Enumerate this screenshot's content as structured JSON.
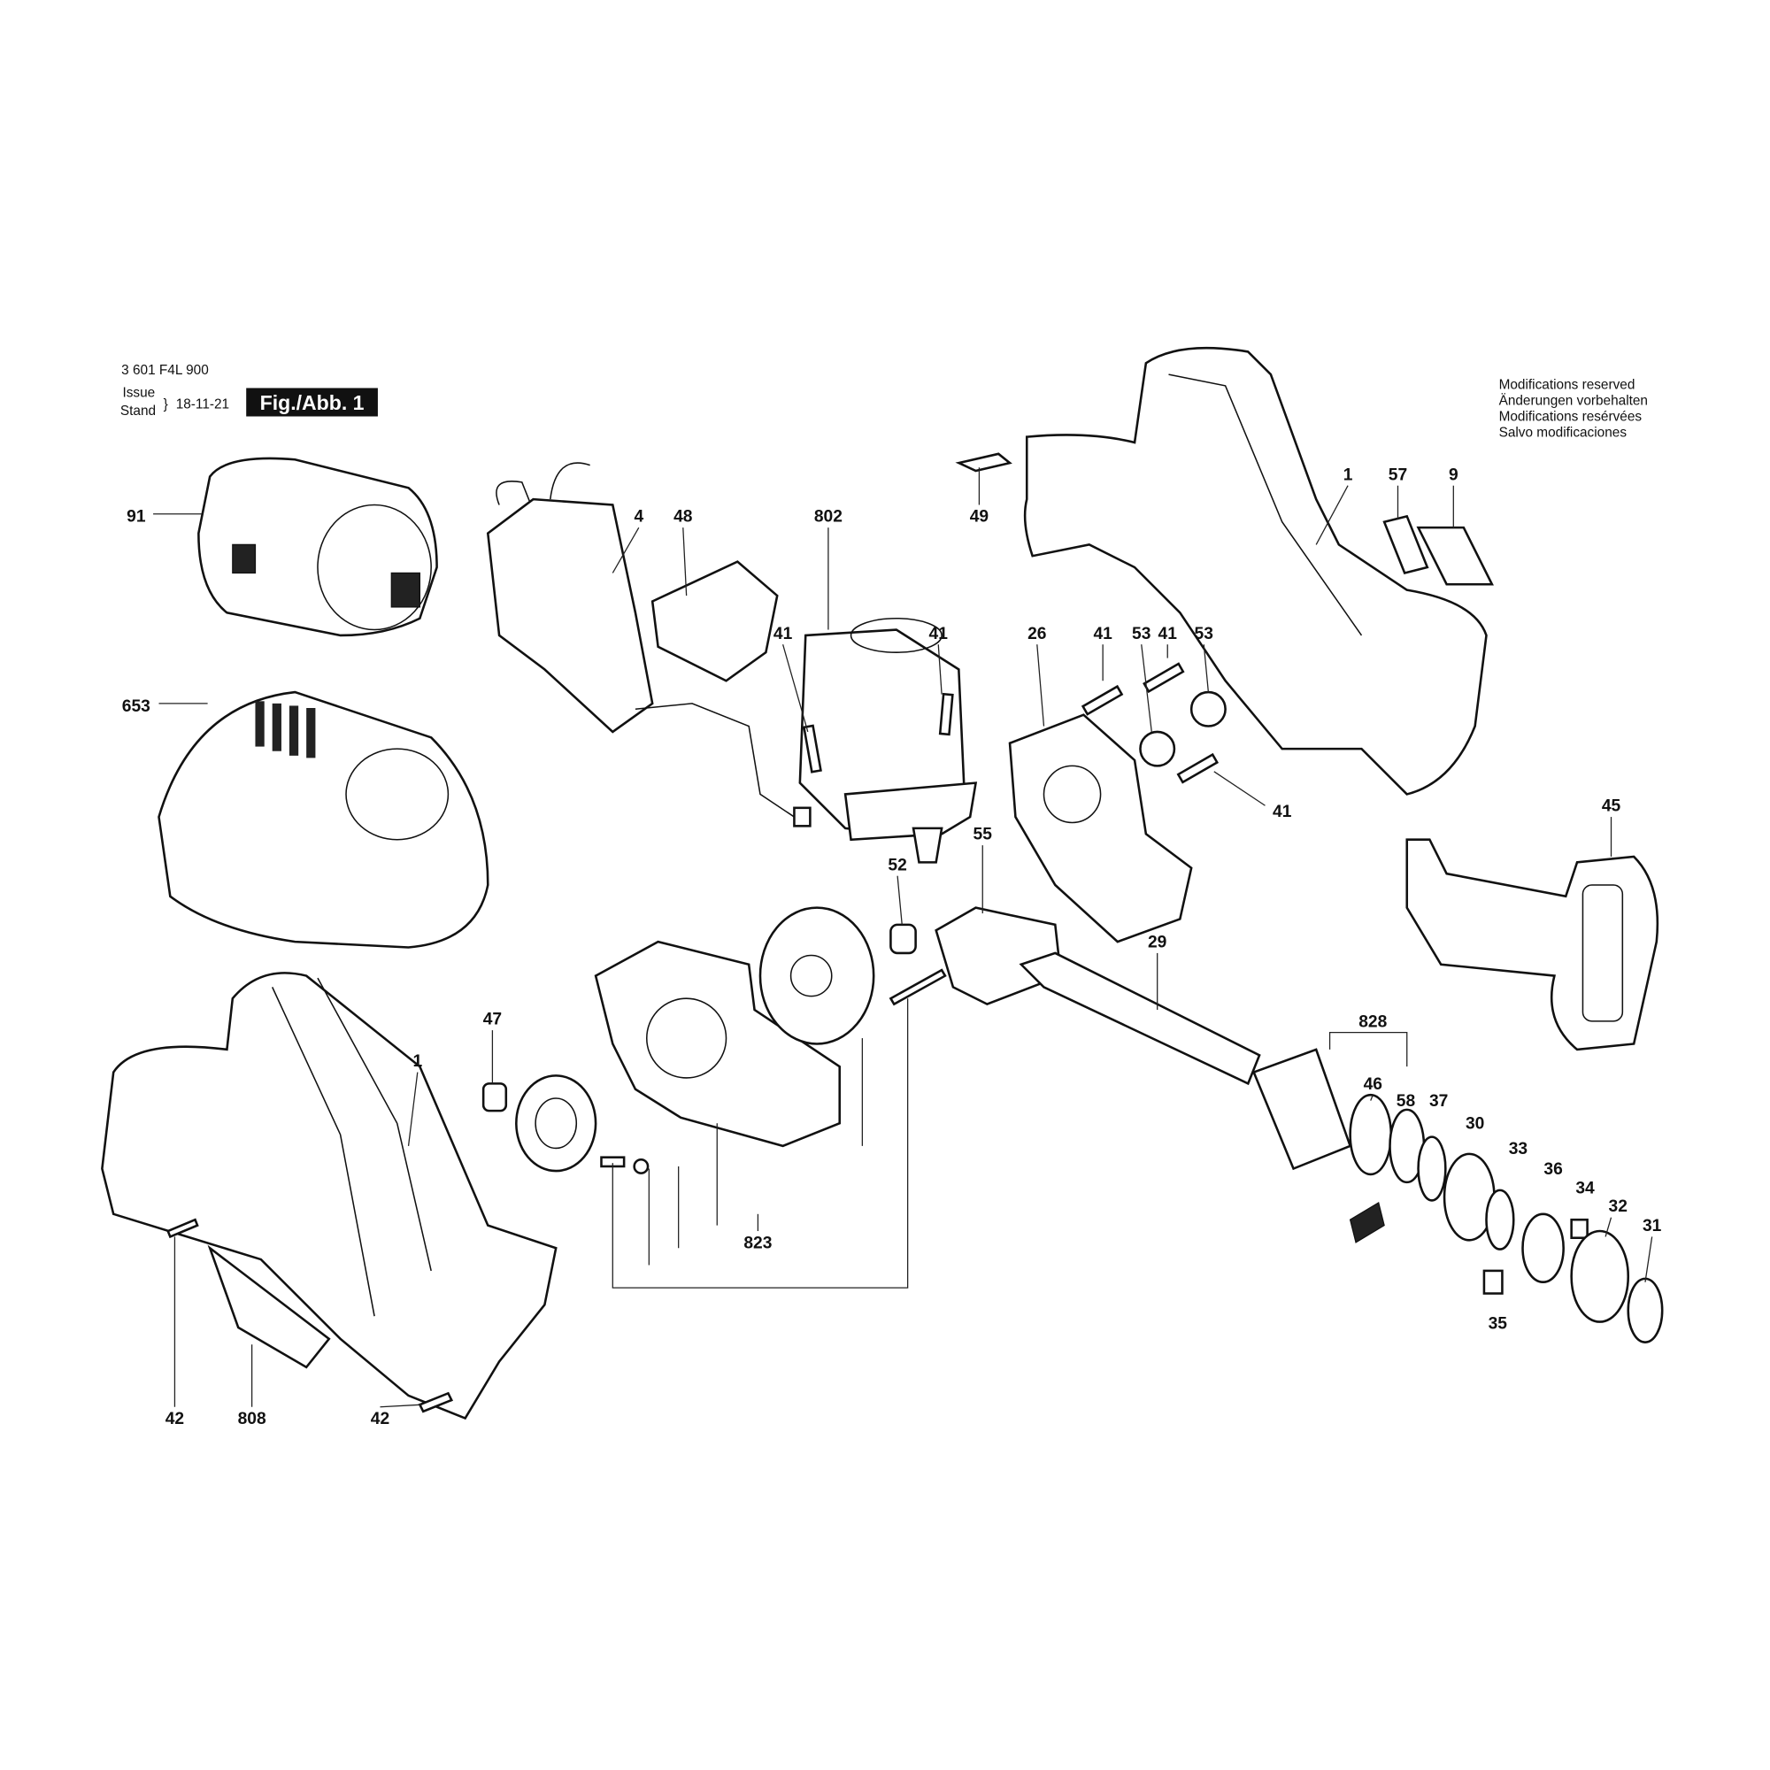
{
  "header": {
    "part_number": "3 601 F4L 900",
    "issue_label": "Issue",
    "stand_label": "Stand",
    "date": "18-11-21",
    "figure": "Fig./Abb. 1"
  },
  "notice": [
    "Modifications reserved",
    "Änderungen vorbehalten",
    "Modifications resérvées",
    "Salvo modificaciones"
  ],
  "callouts": [
    "91",
    "653",
    "4",
    "48",
    "802",
    "49",
    "1",
    "57",
    "9",
    "41",
    "41",
    "26",
    "41",
    "53",
    "41",
    "53",
    "41",
    "55",
    "45",
    "52",
    "29",
    "828",
    "47",
    "1",
    "46",
    "58",
    "37",
    "30",
    "33",
    "36",
    "34",
    "32",
    "31",
    "35",
    "823",
    "42",
    "808",
    "42"
  ]
}
